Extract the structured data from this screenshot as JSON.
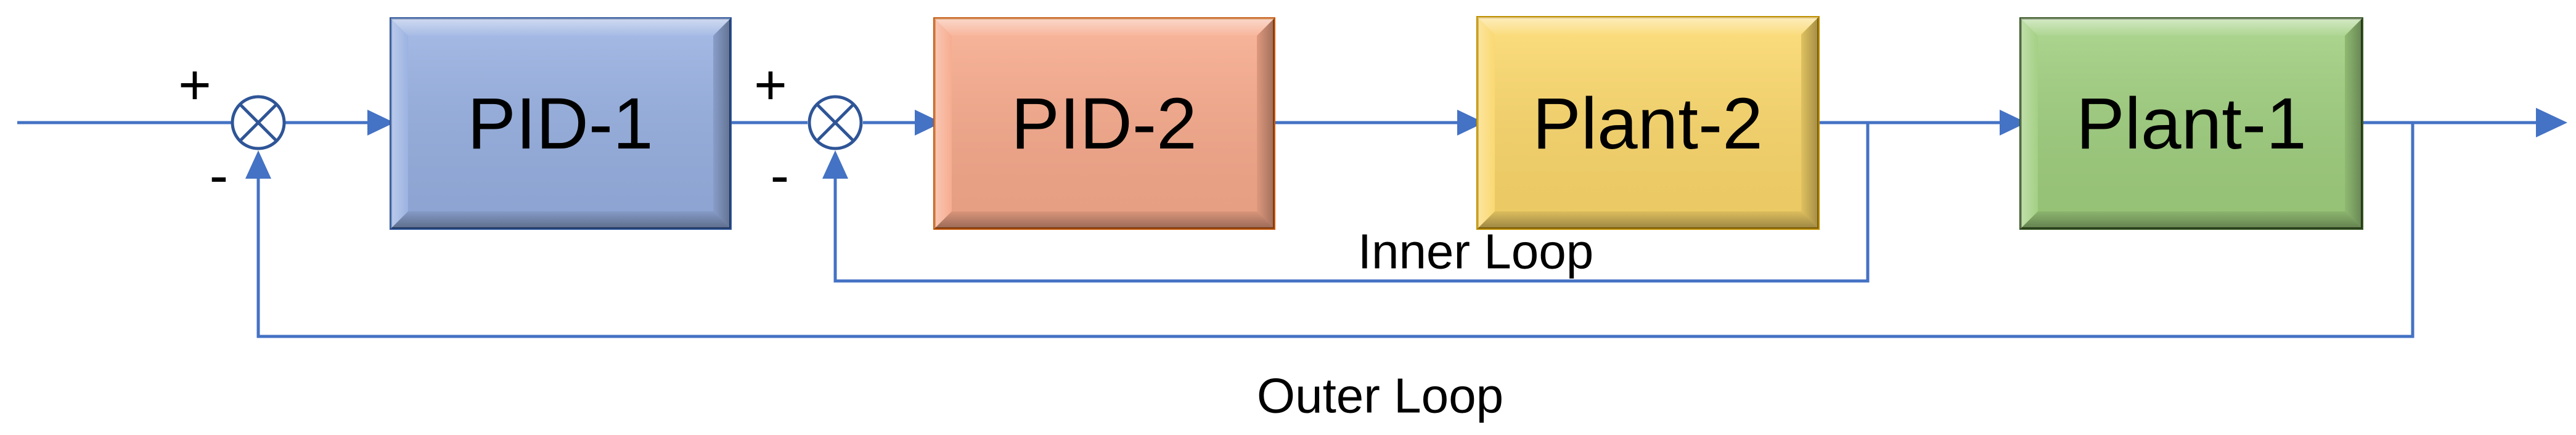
{
  "colors": {
    "wire": "#4472c4",
    "junction": "#2f5597",
    "pid1_fill": "#97afe0",
    "pid2_fill": "#f6a98b",
    "plant2_fill": "#fad76b",
    "plant1_fill": "#9fce7e"
  },
  "blocks": {
    "pid1": "PID-1",
    "pid2": "PID-2",
    "plant2": "Plant-2",
    "plant1": "Plant-1"
  },
  "junctions": {
    "outer": {
      "plus": "+",
      "minus": "-"
    },
    "inner": {
      "plus": "+",
      "minus": "-"
    }
  },
  "loops": {
    "inner": "Inner Loop",
    "outer": "Outer Loop"
  }
}
